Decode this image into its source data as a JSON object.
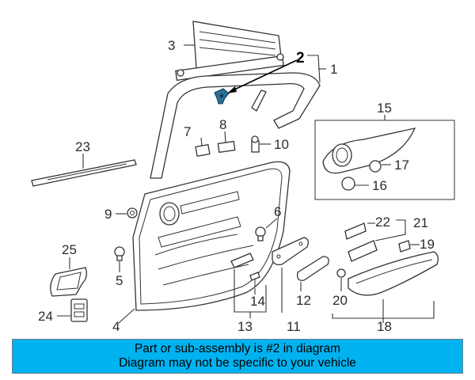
{
  "callouts": {
    "c1": "1",
    "c2": "2",
    "c3": "3",
    "c4": "4",
    "c5": "5",
    "c6": "6",
    "c7": "7",
    "c8": "8",
    "c9": "9",
    "c10": "10",
    "c11": "11",
    "c12": "12",
    "c13": "13",
    "c14": "14",
    "c15": "15",
    "c16": "16",
    "c17": "17",
    "c18": "18",
    "c19": "19",
    "c20": "20",
    "c21": "21",
    "c22": "22",
    "c23": "23",
    "c24": "24",
    "c25": "25"
  },
  "highlight": {
    "part": "2",
    "color": "#2a6f97"
  },
  "banner": {
    "line1": "Part or sub-assembly is #2 in diagram",
    "line2": "Diagram may not be specific to your vehicle",
    "background": "#00b3f0"
  }
}
